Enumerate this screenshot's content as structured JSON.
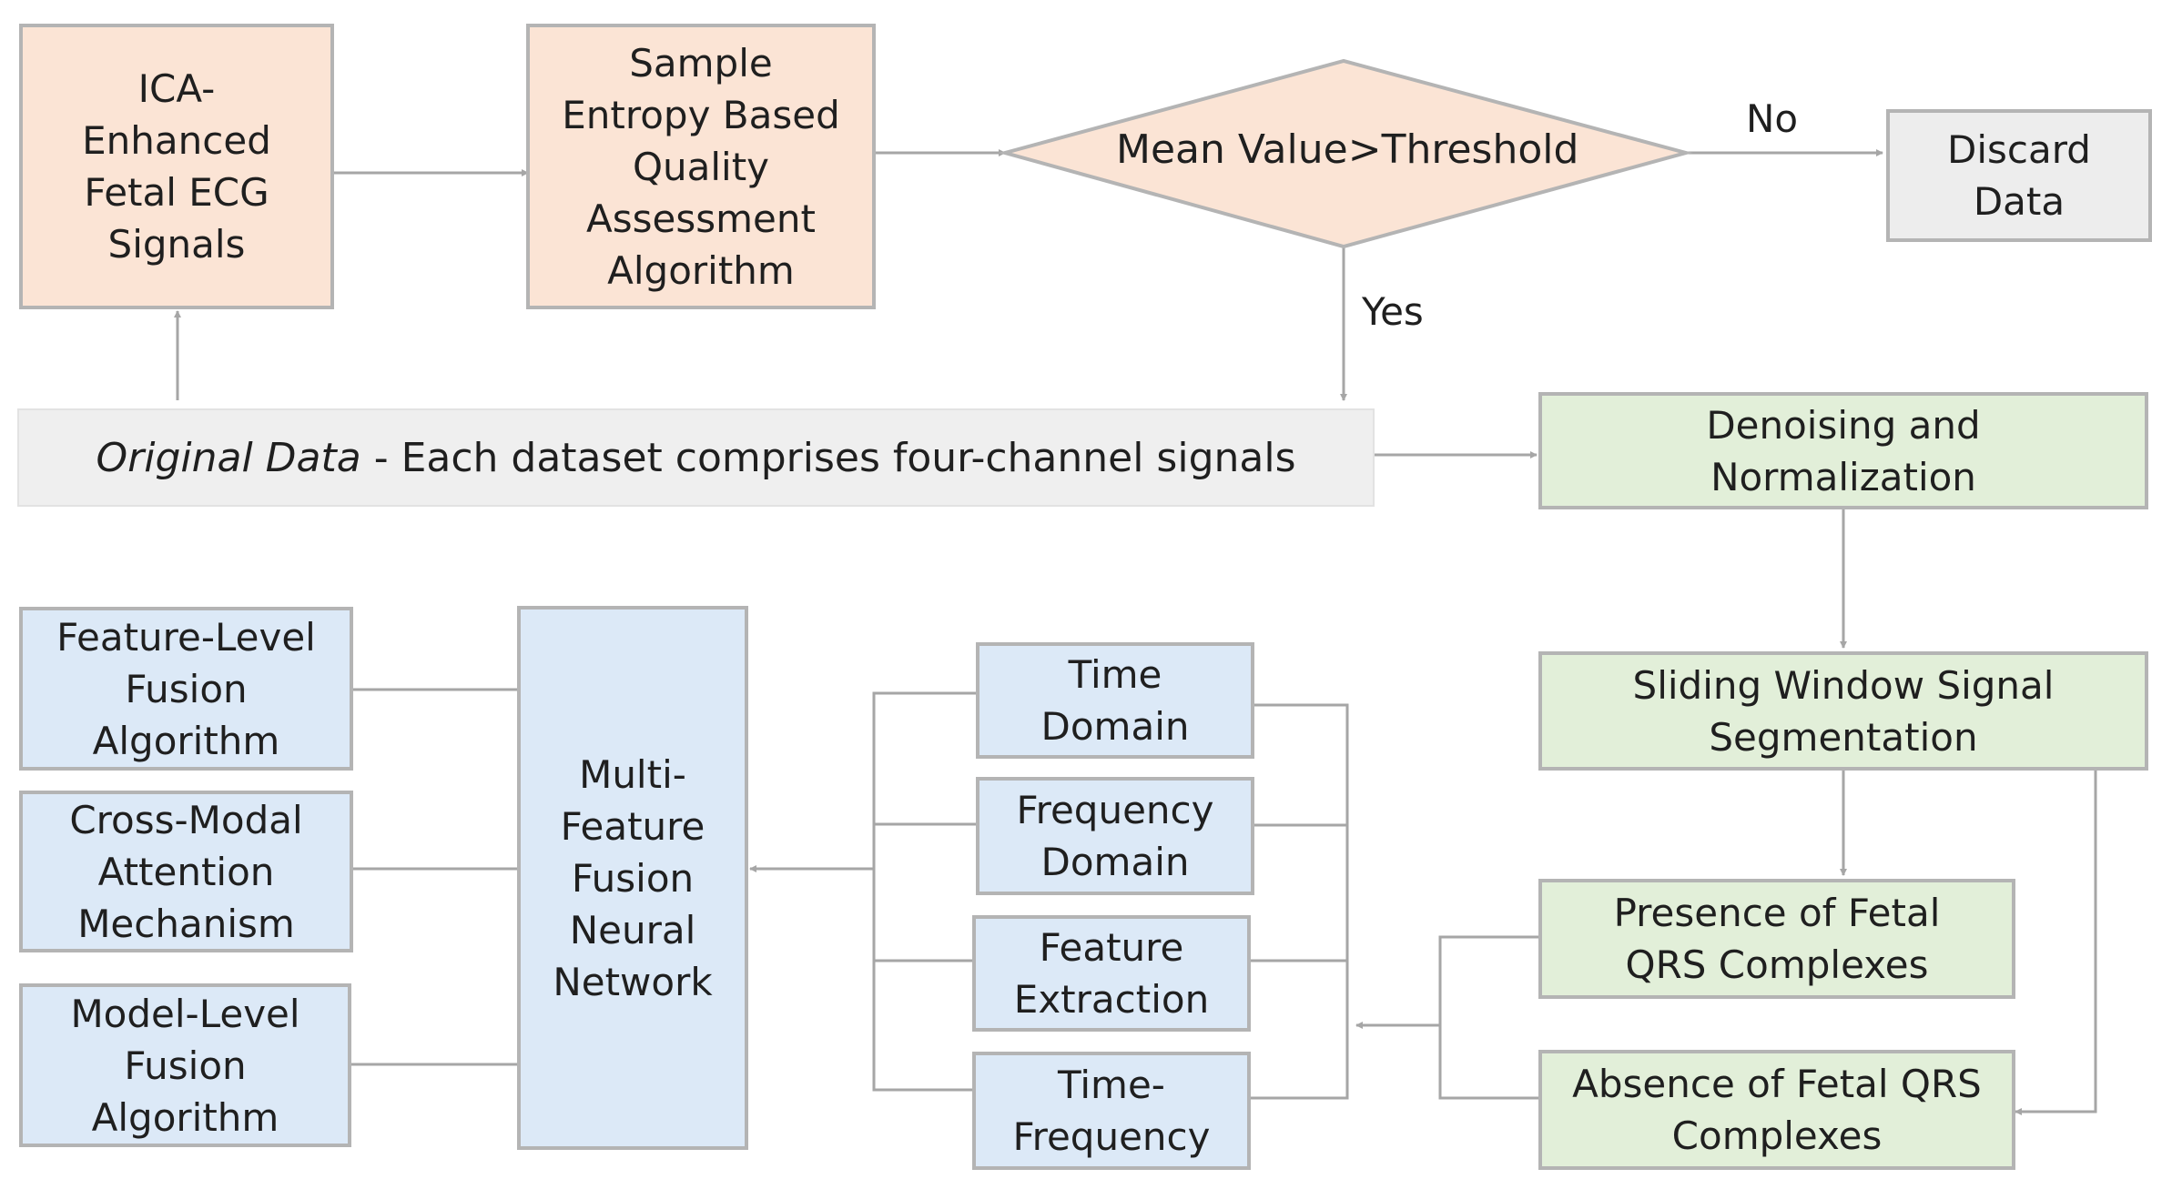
{
  "nodes": {
    "ica": [
      "ICA-",
      "Enhanced",
      "Fetal ECG",
      "Signals"
    ],
    "sample_entropy": [
      "Sample",
      "Entropy Based",
      "Quality",
      "Assessment",
      "Algorithm"
    ],
    "decision": [
      "Mean Value>Threshold"
    ],
    "discard": [
      "Discard",
      "Data"
    ],
    "original": {
      "italic": "Original Data",
      "rest": " - Each dataset comprises four-channel signals"
    },
    "denoise": [
      "Denoising and",
      "Normalization"
    ],
    "sliding": [
      "Sliding Window Signal",
      "Segmentation"
    ],
    "presence": [
      "Presence of Fetal",
      "QRS Complexes"
    ],
    "absence": [
      "Absence of Fetal QRS",
      "Complexes"
    ],
    "time_domain": [
      "Time",
      "Domain"
    ],
    "frequency_domain": [
      "Frequency",
      "Domain"
    ],
    "feature_extraction": [
      "Feature",
      "Extraction"
    ],
    "time_frequency": [
      "Time-",
      "Frequency"
    ],
    "mffnn": [
      "Multi-",
      "Feature",
      "Fusion",
      "Neural",
      "Network"
    ],
    "feature_level": [
      "Feature-Level",
      "Fusion",
      "Algorithm"
    ],
    "cross_modal": [
      "Cross-Modal",
      "Attention",
      "Mechanism"
    ],
    "model_level": [
      "Model-Level",
      "Fusion",
      "Algorithm"
    ]
  },
  "edge_labels": {
    "no": "No",
    "yes": "Yes"
  },
  "colors": {
    "orange_fill": "#fbe4d5",
    "green_fill": "#e2efd9",
    "blue_fill": "#dce9f7",
    "gray_fill": "#ededed",
    "line": "#a6a6a6"
  }
}
